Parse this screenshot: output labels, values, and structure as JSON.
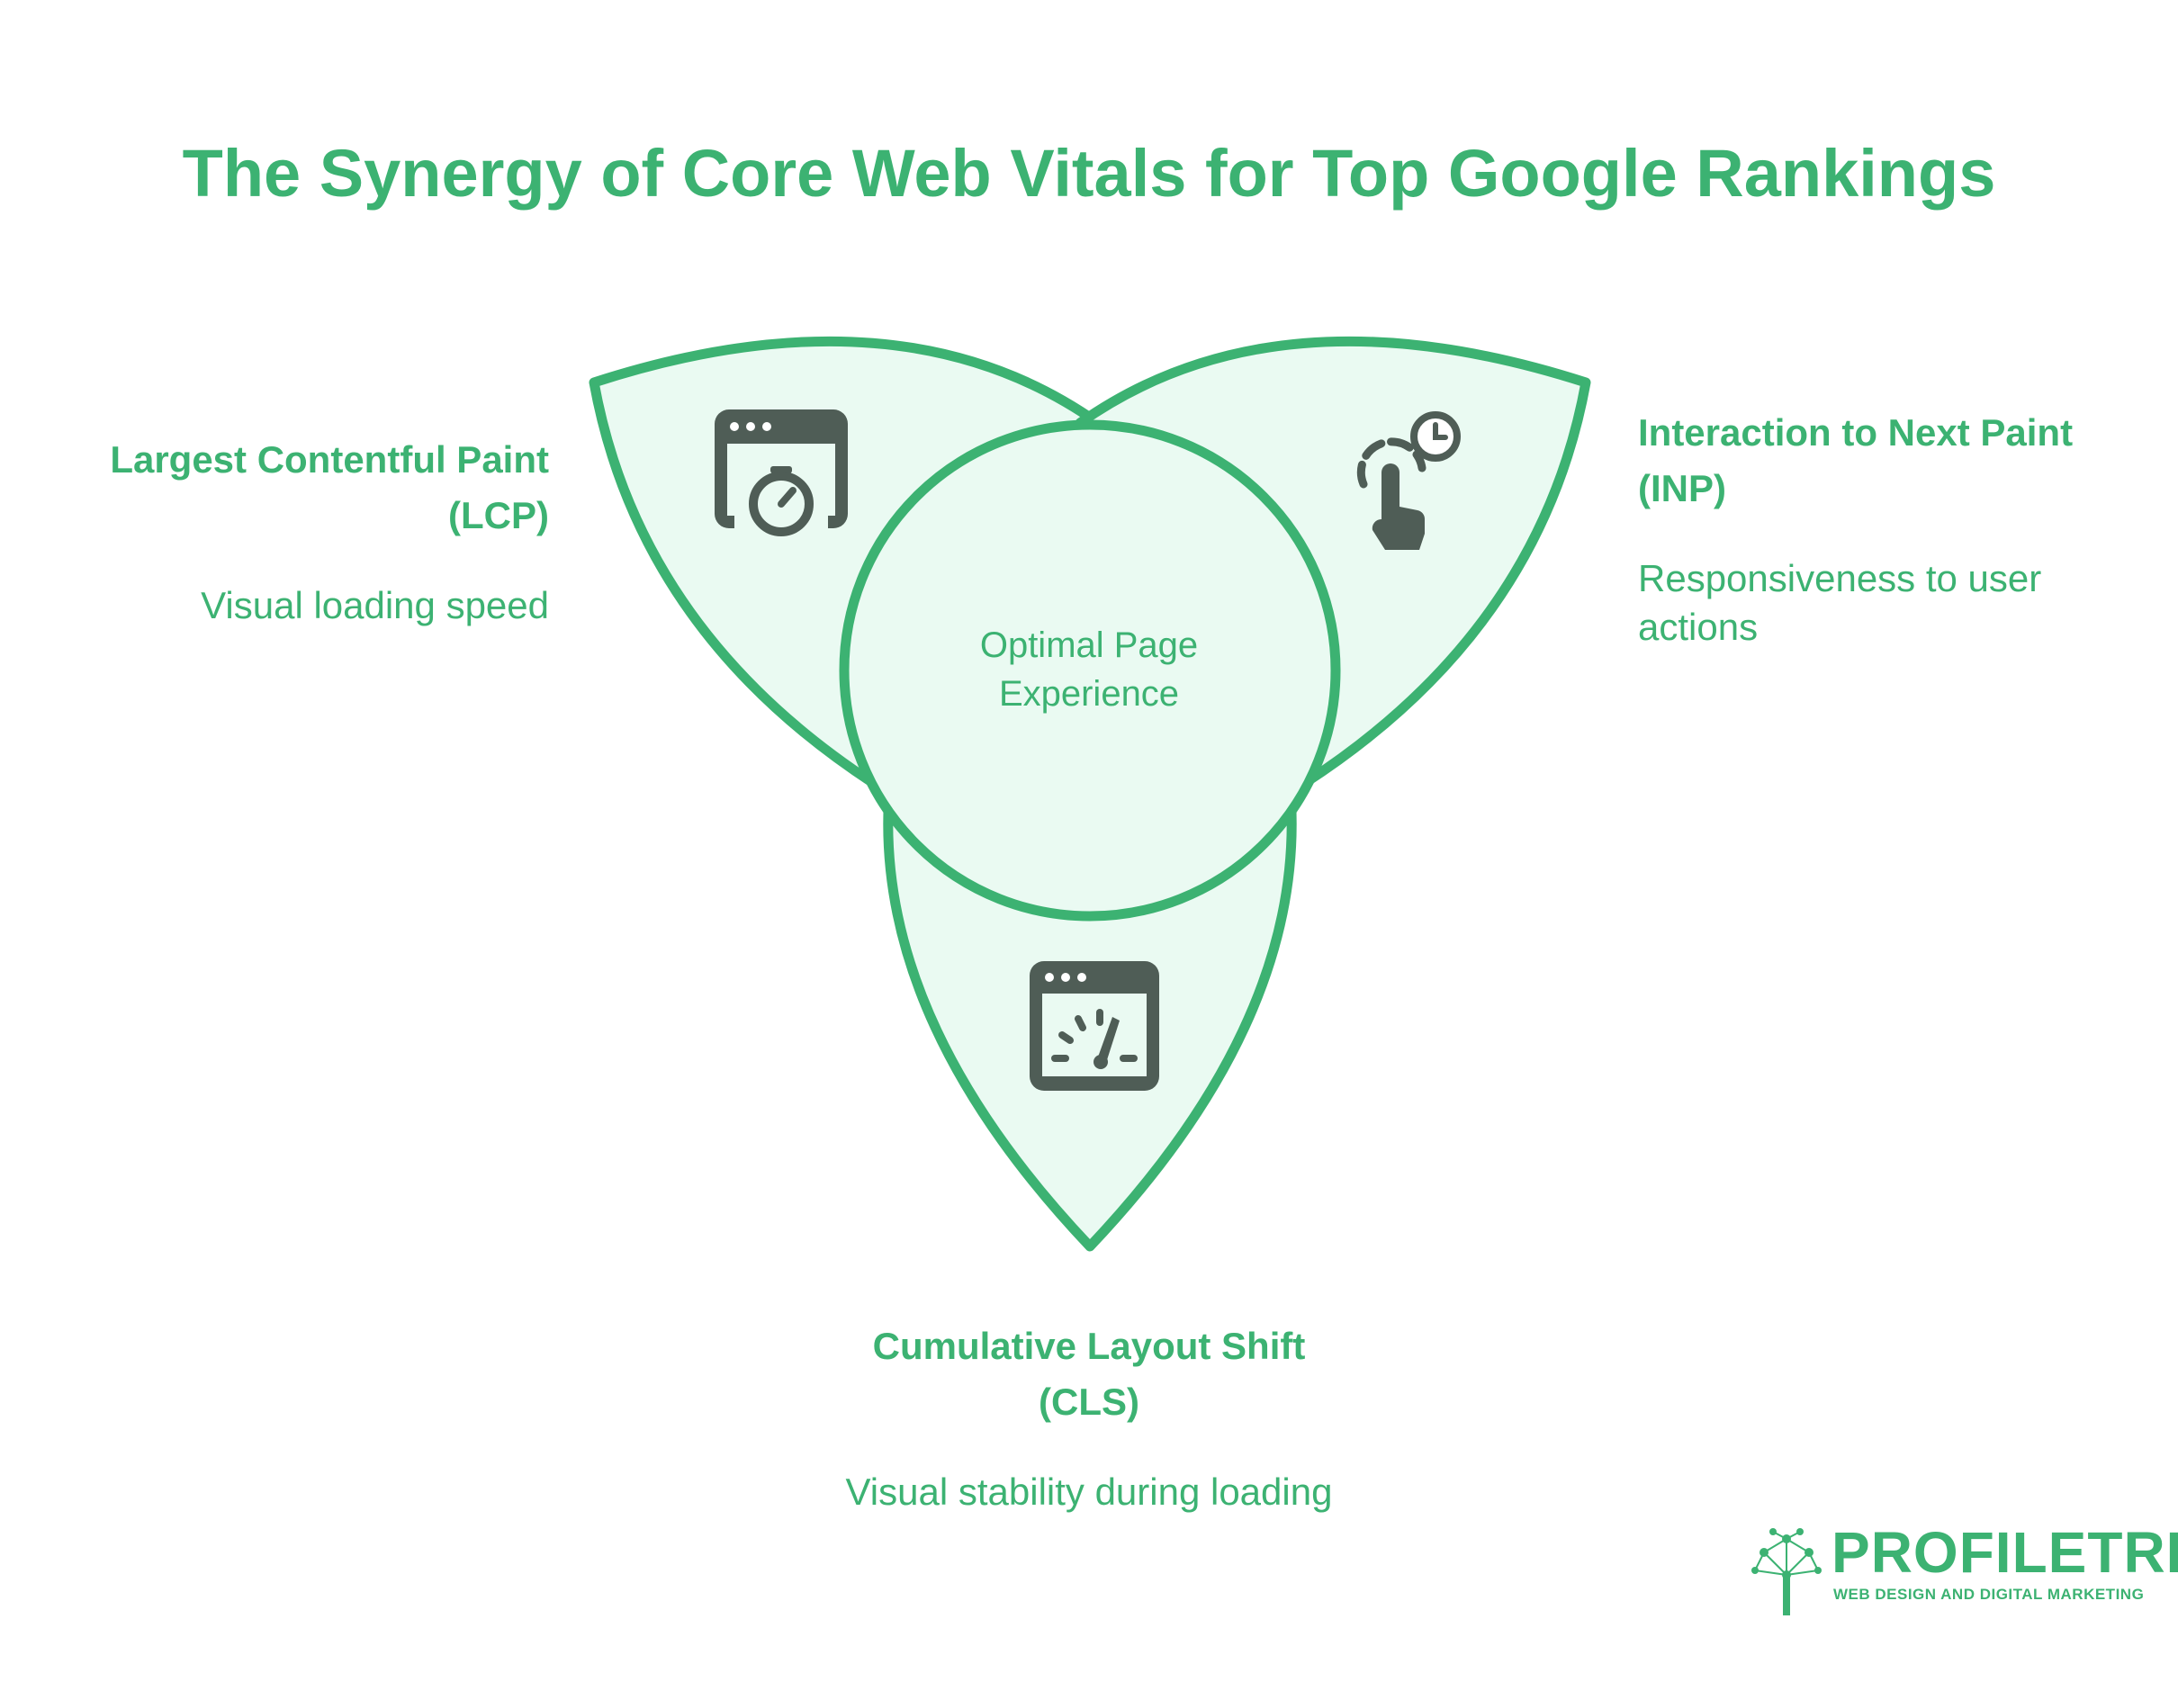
{
  "title": "The Synergy of Core Web Vitals for Top Google Rankings",
  "center": {
    "line1": "Optimal Page",
    "line2": "Experience"
  },
  "metrics": [
    {
      "id": "lcp",
      "head1": "Largest Contentful Paint",
      "head2": "(LCP)",
      "desc1": "Visual loading speed",
      "desc2": "",
      "icon": "browser-stopwatch-icon"
    },
    {
      "id": "inp",
      "head1": "Interaction to Next Paint",
      "head2": "(INP)",
      "desc1": "Responsiveness to user",
      "desc2": "actions",
      "icon": "tap-clock-icon"
    },
    {
      "id": "cls",
      "head1": "Cumulative Layout Shift",
      "head2": "(CLS)",
      "desc1": "Visual stability during loading",
      "desc2": "",
      "icon": "browser-gauge-icon"
    }
  ],
  "logo": {
    "brand": "PROFILETREE",
    "tagline": "WEB DESIGN AND DIGITAL MARKETING"
  },
  "colors": {
    "accent": "#3cb272",
    "fill": "#eafaf2",
    "icon": "#4f5d56"
  }
}
